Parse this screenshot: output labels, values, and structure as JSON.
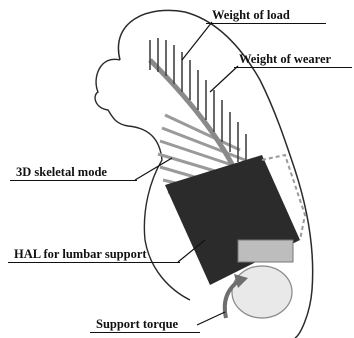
{
  "labels": {
    "weight_of_load": "Weight of load",
    "weight_of_wearer": "Weight of wearer",
    "skeletal_model": "3D skeletal mode",
    "hal_lumbar": "HAL for lumbar support",
    "support_torque": "Support torque"
  },
  "colors": {
    "outline": "#2a2a2a",
    "device_body": "#2b2b2b",
    "load_arrows": "#444444",
    "skeleton": "#9a9a9a",
    "torque_arrow": "#6e6e6e"
  }
}
